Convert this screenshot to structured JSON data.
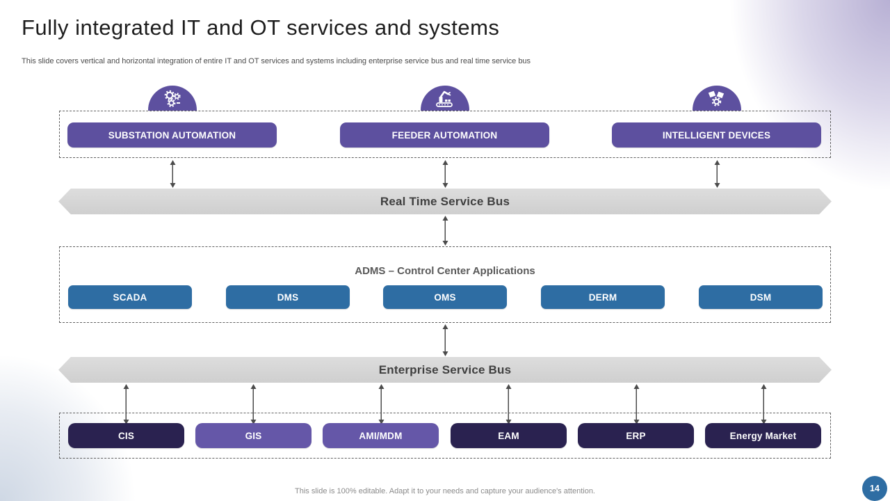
{
  "slide": {
    "title": "Fully integrated IT and OT services and systems",
    "subtitle": "This slide covers vertical and horizontal integration of entire IT and OT services and systems including enterprise service bus and real time service bus",
    "footer": "This slide is 100% editable. Adapt it to your needs and capture your audience's attention.",
    "page_number": "14"
  },
  "top_row": {
    "items": [
      {
        "label": "SUBSTATION AUTOMATION",
        "icon": "gears-icon"
      },
      {
        "label": "FEEDER AUTOMATION",
        "icon": "robotic-arm-icon"
      },
      {
        "label": "INTELLIGENT DEVICES",
        "icon": "data-management-icon"
      }
    ]
  },
  "buses": {
    "real_time_label": "Real Time Service Bus",
    "enterprise_label": "Enterprise Service Bus"
  },
  "adms": {
    "title": "ADMS – Control Center Applications",
    "items": [
      {
        "label": "SCADA"
      },
      {
        "label": "DMS"
      },
      {
        "label": "OMS"
      },
      {
        "label": "DERM"
      },
      {
        "label": "DSM"
      }
    ]
  },
  "bottom_row": {
    "items": [
      {
        "label": "CIS",
        "color": "#2A2250"
      },
      {
        "label": "GIS",
        "color": "#6557A8"
      },
      {
        "label": "AMI/MDM",
        "color": "#6557A8"
      },
      {
        "label": "EAM",
        "color": "#2A2250"
      },
      {
        "label": "ERP",
        "color": "#2A2250"
      },
      {
        "label": "Energy Market",
        "color": "#2A2250"
      }
    ]
  },
  "palette": {
    "purple_accent": "#5D509F",
    "light_purple": "#6557A8",
    "navy": "#2A2250",
    "blue": "#2E6DA3",
    "bus_gray": "#D5D5D5",
    "gradient_top_right": "#A99FCE",
    "gradient_bottom_left": "#AEC0D4"
  }
}
